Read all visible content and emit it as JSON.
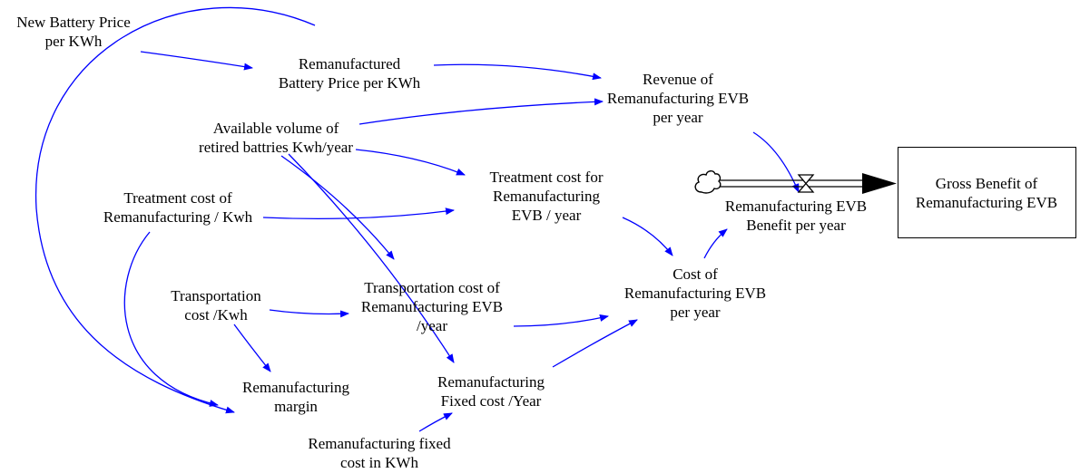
{
  "colors": {
    "arrow": "#0000ff",
    "text": "#000000",
    "flow": "#000000"
  },
  "variables": {
    "new_battery_price": [
      "New Battery Price",
      "per KWh"
    ],
    "reman_battery_price": [
      "Remanufactured",
      "Battery Price per KWh"
    ],
    "revenue": [
      "Revenue of",
      "Remanufacturing EVB",
      "per year"
    ],
    "available_volume": [
      "Available volume of",
      "retired battries Kwh/year"
    ],
    "treatment_cost_kwh": [
      "Treatment cost of",
      "Remanufacturing / Kwh"
    ],
    "treatment_cost_year": [
      "Treatment cost for",
      "Remanufacturing",
      "EVB / year"
    ],
    "benefit_rate": [
      "Remanufacturing EVB",
      "Benefit per year"
    ],
    "transport_cost_kwh": [
      "Transportation",
      "cost /Kwh"
    ],
    "transport_cost_year": [
      "Transportation cost of",
      "Remanufacturing EVB",
      "/year"
    ],
    "cost": [
      "Cost of",
      "Remanufacturing EVB",
      "per year"
    ],
    "margin": [
      "Remanufacturing",
      "margin"
    ],
    "fixed_cost_year": [
      "Remanufacturing",
      "Fixed cost /Year"
    ],
    "fixed_cost_kwh": [
      "Remanufacturing fixed",
      "cost in KWh"
    ]
  },
  "stock": {
    "label": [
      "Gross Benefit of",
      "Remanufacturing EVB"
    ]
  },
  "icons": {
    "source": "cloud-source-icon",
    "valve": "valve-icon"
  }
}
